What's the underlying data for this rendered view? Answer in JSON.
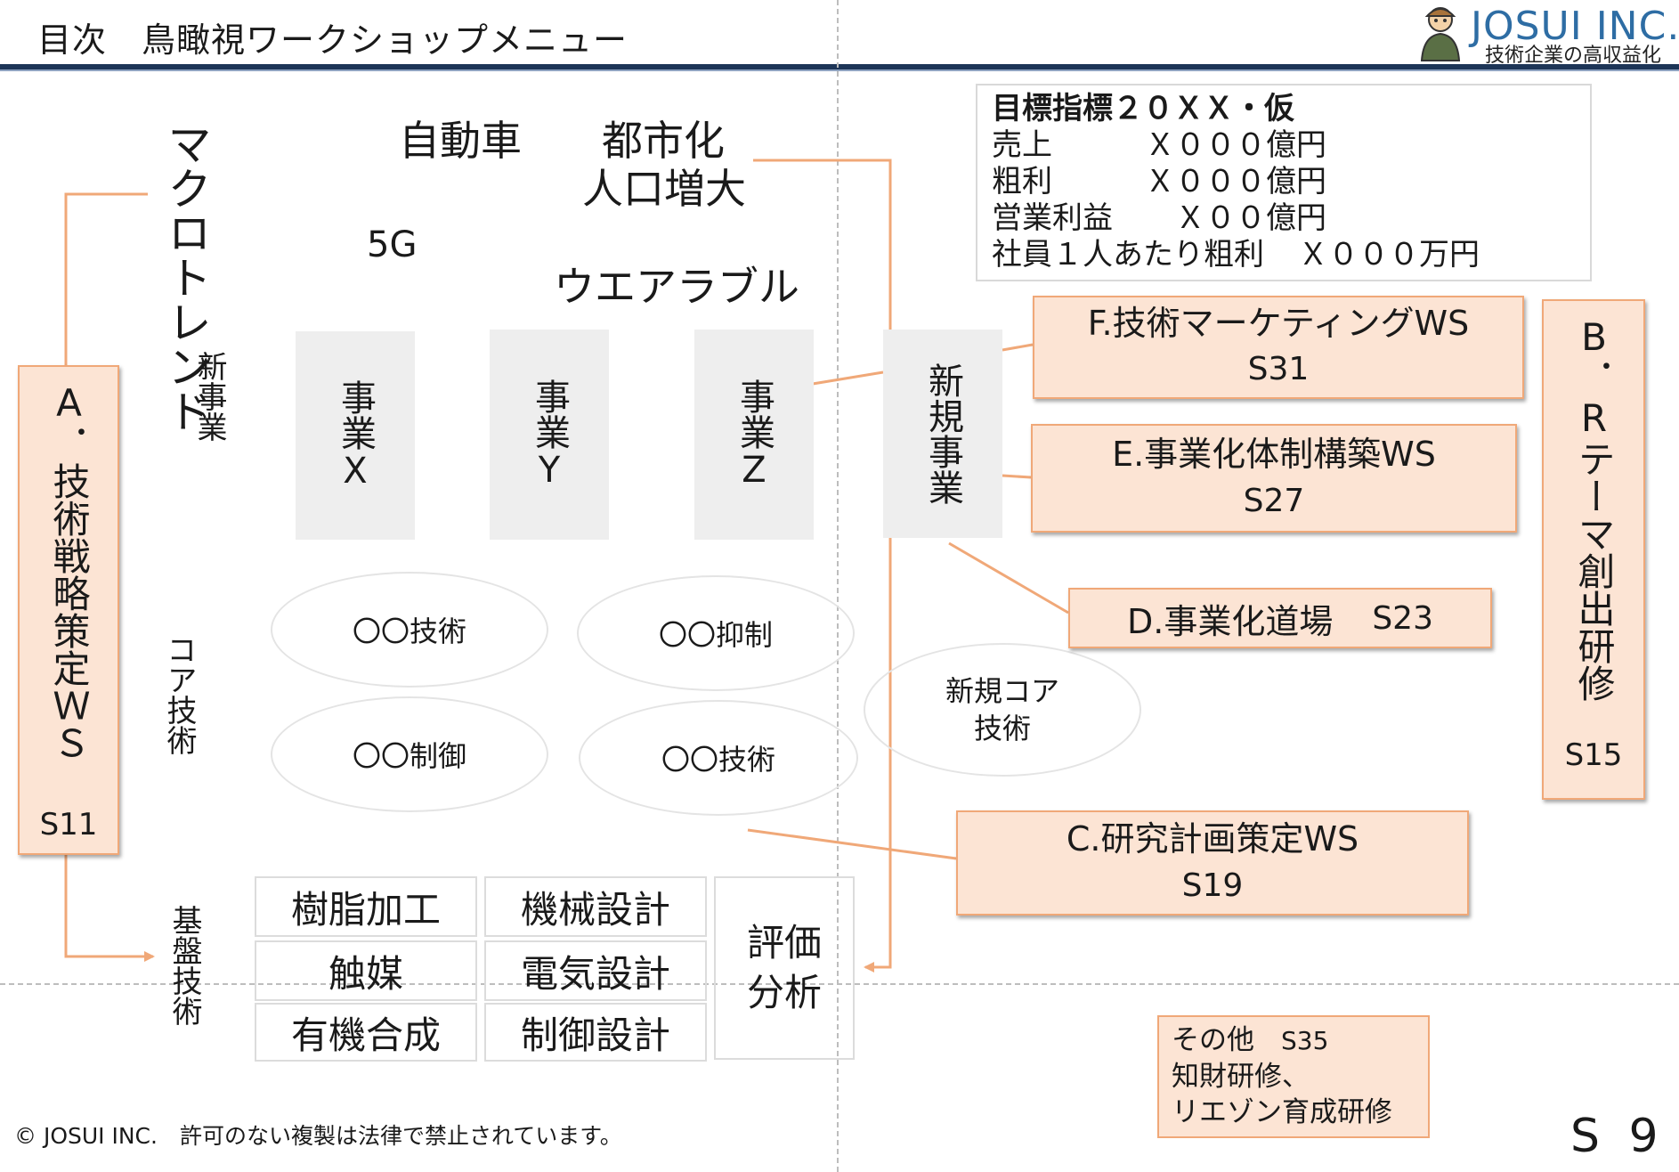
{
  "header": {
    "title": "目次　鳥瞰視ワークショップメニュー",
    "logo_name": "JOSUI INC.",
    "logo_tagline": "技術企業の高収益化"
  },
  "macro": {
    "label": "マクロトレンド",
    "trends": [
      "自動車",
      "都市化",
      "人口増大",
      "5G",
      "ウエアラブル"
    ]
  },
  "rows": {
    "new_business": "新事業",
    "core_tech": "コア技術",
    "base_tech": "基盤技術"
  },
  "businesses": [
    "事業X",
    "事業Y",
    "事業Z"
  ],
  "new_venture": "新規事業",
  "core_technologies": [
    "〇〇技術",
    "〇〇抑制",
    "〇〇制御",
    "〇〇技術"
  ],
  "new_core": [
    "新規コア",
    "技術"
  ],
  "base_technologies": [
    "樹脂加工",
    "機械設計",
    "触媒",
    "電気設計",
    "有機合成",
    "制御設計"
  ],
  "evaluation": [
    "評価",
    "分析"
  ],
  "kpi": {
    "title": "目標指標２０ＸＸ・仮",
    "rows": [
      {
        "label": "売上",
        "value": "Ｘ０００億円"
      },
      {
        "label": "粗利",
        "value": "Ｘ０００億円"
      },
      {
        "label": "営業利益",
        "value": "Ｘ００億円"
      },
      {
        "label": "社員１人あたり粗利",
        "value": "Ｘ０００万円"
      }
    ]
  },
  "workshops": {
    "a": {
      "name": "A．技術戦略策定ＷＳ",
      "page": "S11"
    },
    "b": {
      "name": "B．Rテーマ創出研修",
      "page": "S15"
    },
    "c": {
      "name": "C.研究計画策定WS",
      "page": "S19"
    },
    "d": {
      "name": "D.事業化道場",
      "page": "S23"
    },
    "e": {
      "name": "E.事業化体制構築WS",
      "page": "S27"
    },
    "f": {
      "name": "F.技術マーケティングWS",
      "page": "S31"
    }
  },
  "other": {
    "title": "その他",
    "page": "S35",
    "line2": "知財研修、",
    "line3": "リエゾン育成研修"
  },
  "footer": "© JOSUI INC.　許可のない複製は法律で禁止されています。",
  "page_number": "S 9",
  "colors": {
    "accent": "#f0a878",
    "box_fill": "#fce4d4",
    "header_bar": "#1d3557",
    "logo": "#2e6da4"
  }
}
